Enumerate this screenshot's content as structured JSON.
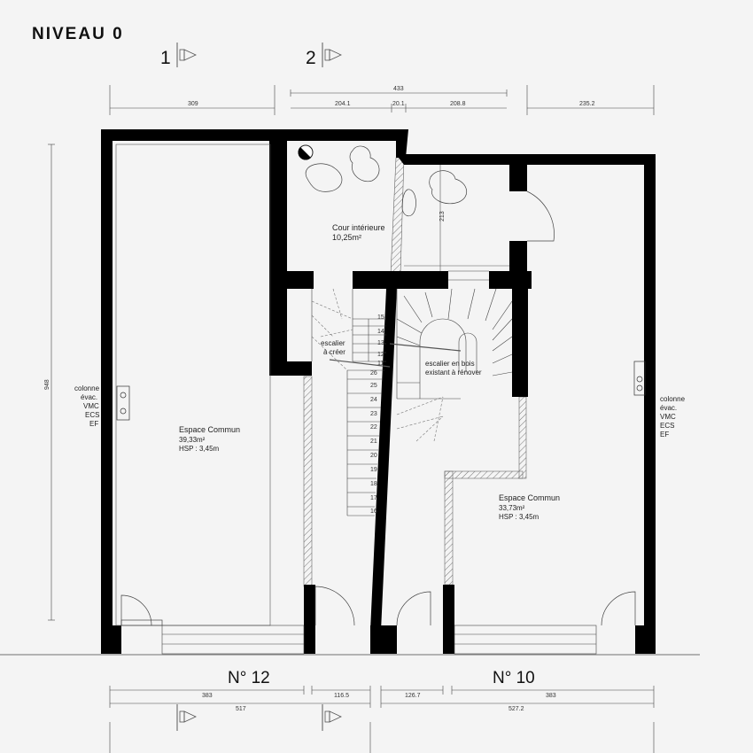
{
  "title": "NIVEAU 0",
  "section_markers": [
    "1",
    "2"
  ],
  "dims_top": [
    "433",
    "309",
    "204.1",
    "20.1",
    "208.8",
    "235.2"
  ],
  "dims_bottom": [
    "383",
    "116.5",
    "126.7",
    "383",
    "517",
    "527.2"
  ],
  "dim_height": "948",
  "dim_213": "213",
  "rooms": {
    "cour": {
      "name": "Cour intérieure",
      "area": "10,25m²"
    },
    "left": {
      "name": "Espace Commun",
      "area": "39,33m²",
      "hsp": "HSP : 3,45m"
    },
    "right": {
      "name": "Espace Commun",
      "area": "33,73m²",
      "hsp": "HSP : 3,45m"
    }
  },
  "stair_new": [
    "escalier",
    "à créer"
  ],
  "stair_old": [
    "escalier en bois",
    "existant à rénover"
  ],
  "column_left": [
    "colonne",
    "évac.",
    "VMC",
    "ECS",
    "EF"
  ],
  "column_right": [
    "colonne",
    "évac.",
    "VMC",
    "ECS",
    "EF"
  ],
  "street_numbers": [
    "N° 12",
    "N° 10"
  ],
  "steps_upper": [
    "15",
    "14",
    "13",
    "12",
    "11"
  ],
  "steps_lower": [
    "26",
    "25",
    "24",
    "23",
    "22",
    "21",
    "20",
    "19",
    "18",
    "17",
    "16"
  ]
}
